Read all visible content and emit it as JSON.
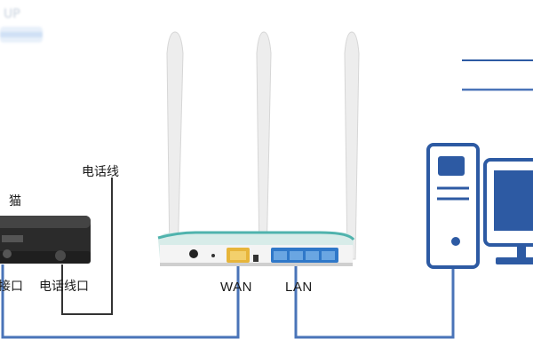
{
  "labels": {
    "modem": "猫",
    "phone_line": "电话线",
    "modem_port_left": "接口",
    "modem_phone_port": "电话线口",
    "wan": "WAN",
    "lan": "LAN"
  },
  "colors": {
    "line_blue": "#4a74b8",
    "router_body": "#d8ece9",
    "router_teal": "#4fb3ad",
    "wan_port": "#e7b53a",
    "lan_port": "#2f78c9",
    "modem_body": "#2b2b2b",
    "pc_outline": "#2d5aa3",
    "pc_fill": "#ffffff",
    "dark_line": "#333333"
  },
  "icons": {
    "router": "wireless-router-icon",
    "modem": "modem-icon",
    "computer": "desktop-computer-icon"
  }
}
